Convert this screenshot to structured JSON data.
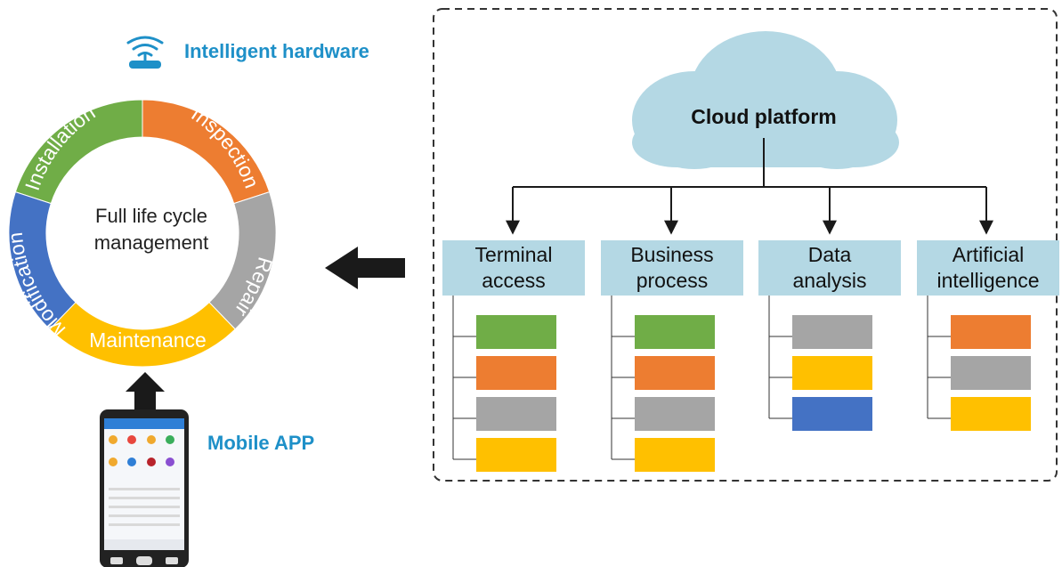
{
  "hardware": {
    "label": "Intelligent hardware",
    "icon": "wifi-router-icon"
  },
  "mobile": {
    "label": "Mobile APP",
    "icon": "smartphone-icon"
  },
  "cycle": {
    "center_line1": "Full life cycle",
    "center_line2": "management",
    "segments": [
      {
        "label": "Installation",
        "color": "#70ad47"
      },
      {
        "label": "Inspection",
        "color": "#ed7d31"
      },
      {
        "label": "Repair",
        "color": "#a5a5a5"
      },
      {
        "label": "Maintenance",
        "color": "#ffc000"
      },
      {
        "label": "Modification",
        "color": "#4472c4"
      }
    ]
  },
  "cloud": {
    "label": "Cloud platform",
    "fill": "#b4d8e4"
  },
  "modules": [
    {
      "line1": "Terminal",
      "line2": "access",
      "items": [
        "#70ad47",
        "#ed7d31",
        "#a5a5a5",
        "#ffc000"
      ]
    },
    {
      "line1": "Business",
      "line2": "process",
      "items": [
        "#70ad47",
        "#ed7d31",
        "#a5a5a5",
        "#ffc000"
      ]
    },
    {
      "line1": "Data",
      "line2": "analysis",
      "items": [
        "#a5a5a5",
        "#ffc000",
        "#4472c4"
      ]
    },
    {
      "line1": "Artificial",
      "line2": "intelligence",
      "items": [
        "#ed7d31",
        "#a5a5a5",
        "#ffc000"
      ]
    }
  ],
  "colors": {
    "box_fill": "#b4d8e4",
    "accent": "#1e90c8",
    "arrow": "#1a1a1a"
  }
}
